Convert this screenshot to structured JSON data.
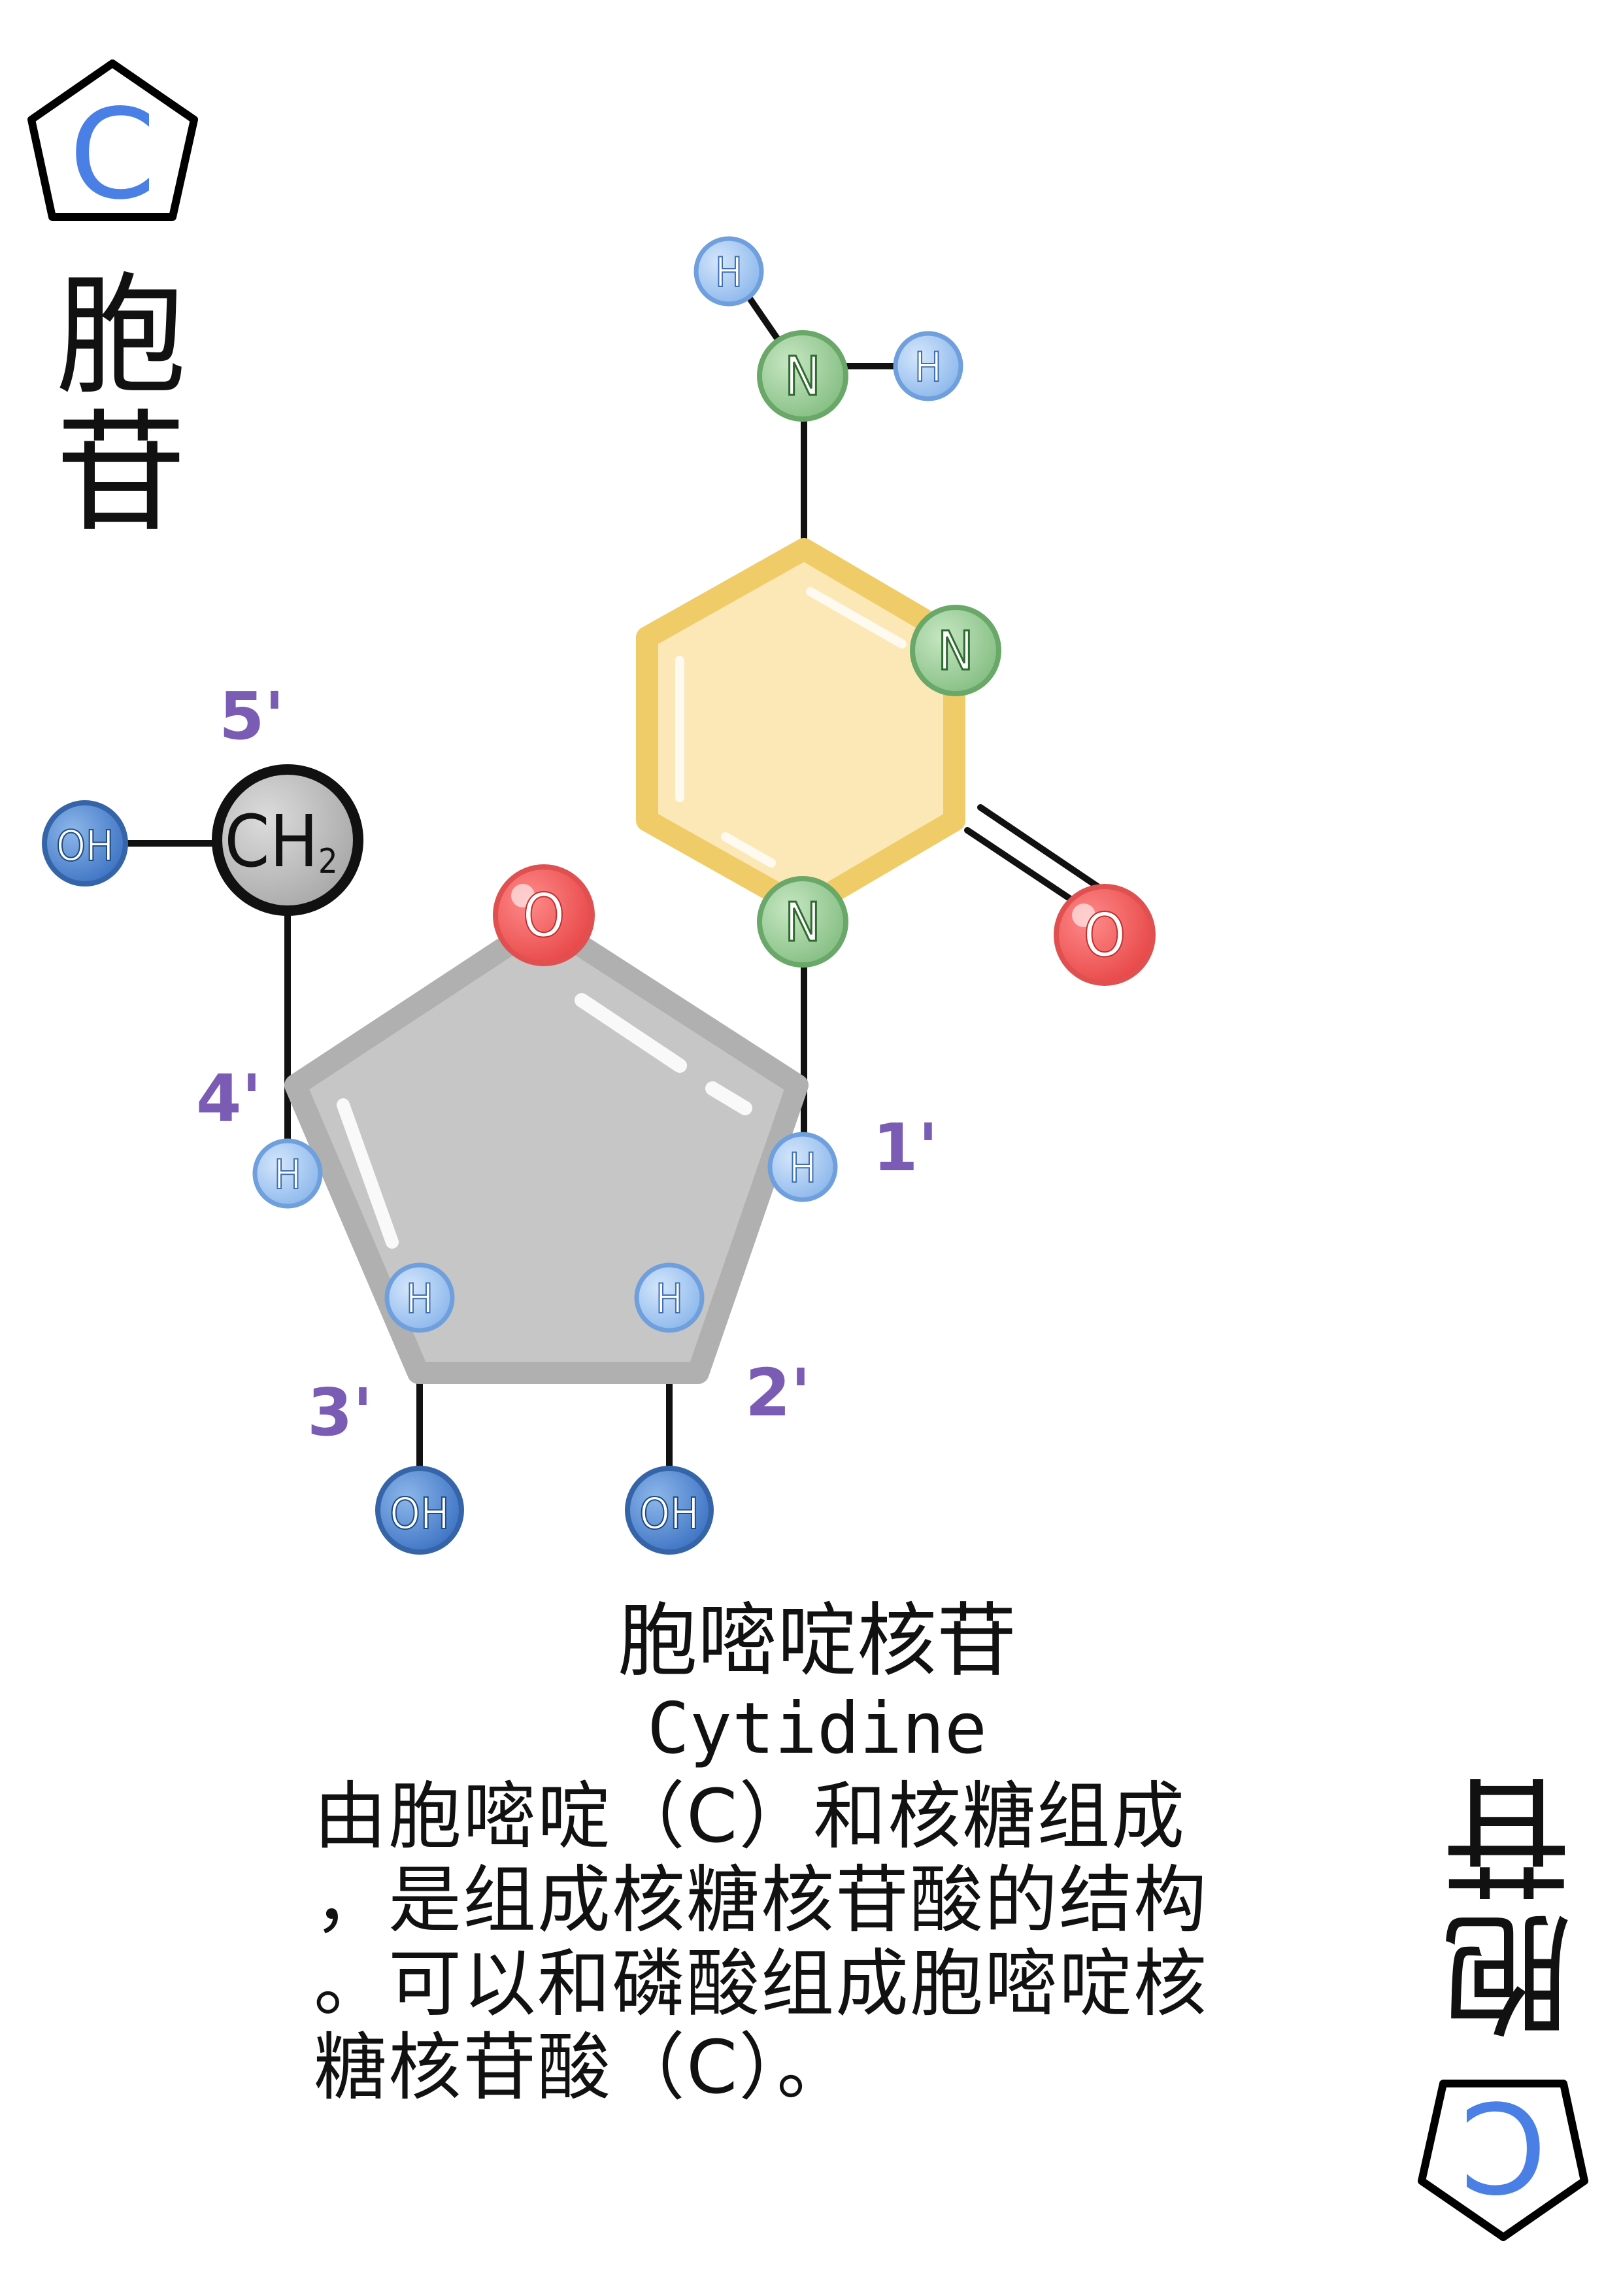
{
  "corner": {
    "letter": "C",
    "name_chars": [
      "胞",
      "苷"
    ]
  },
  "title_cn": "胞嘧啶核苷",
  "title_en": "Cytidine",
  "description_lines": [
    "由胞嘧啶（C）和核糖组成",
    "，是组成核糖核苷酸的结构",
    "。可以和磷酸组成胞嘧啶核",
    "糖核苷酸（C）。"
  ],
  "structure": {
    "ring_oxygen": "O",
    "carbonyl_oxygen": "O",
    "ring_nitrogen_top": "N",
    "ring_nitrogen_bottom": "N",
    "amino_nitrogen": "N",
    "amino_h1": "H",
    "amino_h2": "H",
    "ch2_label": "CH",
    "ch2_sub": "2",
    "oh5": "OH",
    "h4": "H",
    "h1": "H",
    "h3": "H",
    "h2": "H",
    "oh3": "OH",
    "oh2": "OH",
    "pos_5": "5'",
    "pos_4": "4'",
    "pos_1": "1'",
    "pos_3": "3'",
    "pos_2": "2'"
  },
  "colors": {
    "letter_blue": "#4a7fe6",
    "oxygen_red": "#f05a5a",
    "nitrogen_green": "#8cc48a",
    "hydrogen_blue": "#9ec3f0",
    "oh_blue": "#4f86cf",
    "ribose_gray": "#c8c8c8",
    "base_yellow": "#fbe8b4",
    "base_outline": "#f1cf6a",
    "position_purple": "#7a5cb4",
    "ch2_gray": "#b5b5b5"
  }
}
